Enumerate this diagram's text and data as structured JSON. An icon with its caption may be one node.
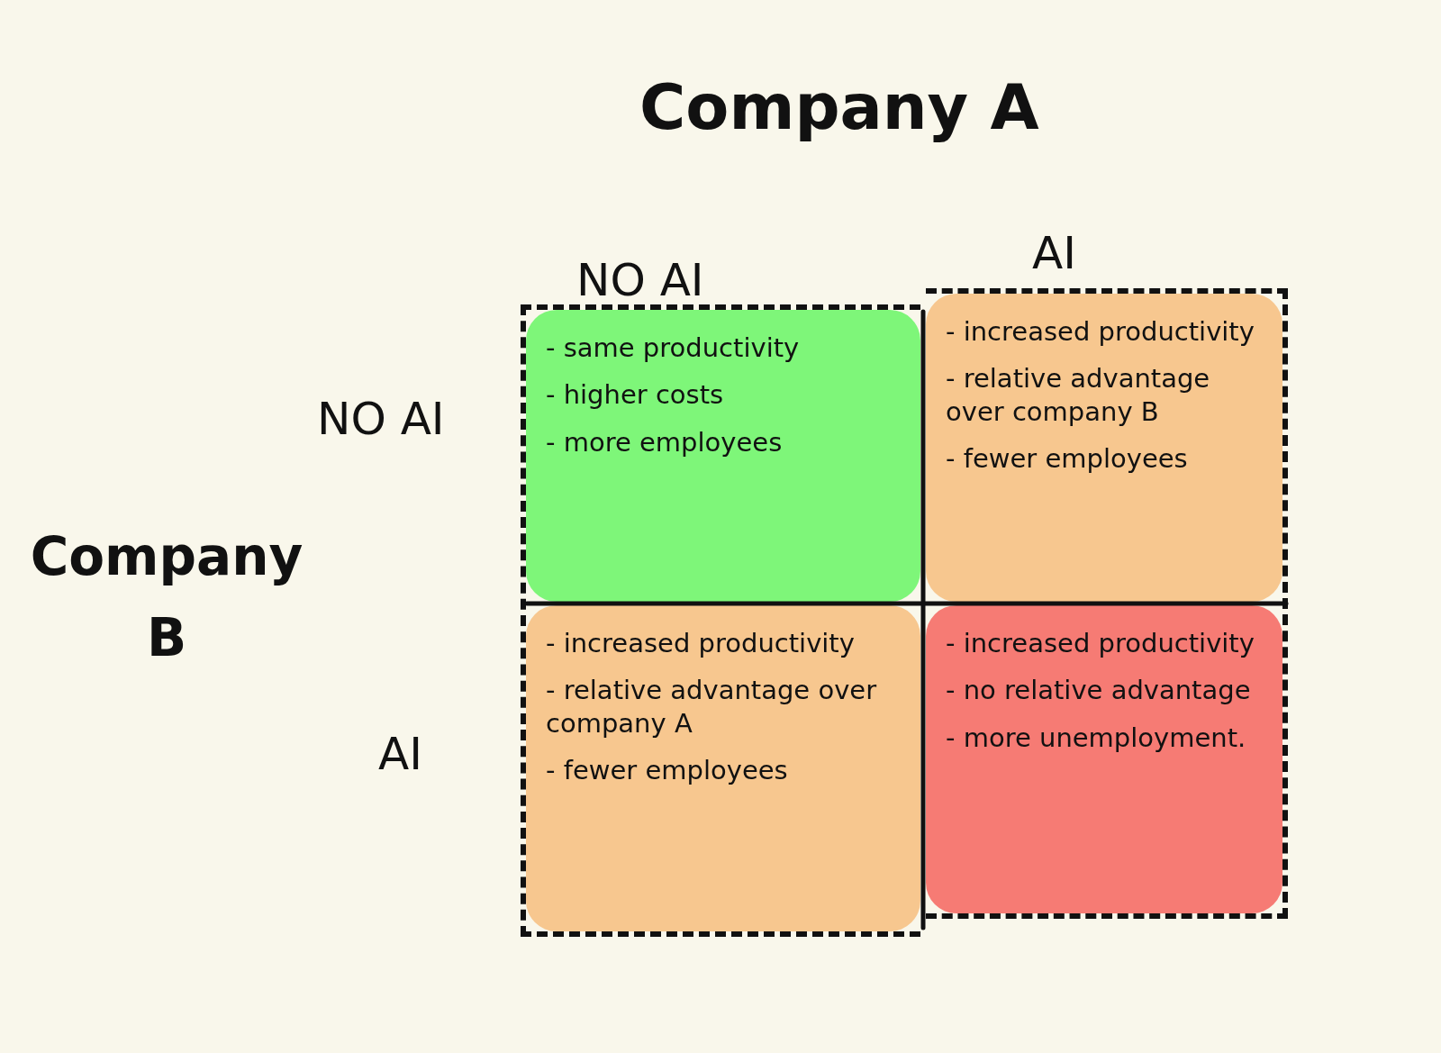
{
  "diagram": {
    "title": "Company A",
    "nodes": [
      {
        "text": [],
        "shape": "box"
      },
      {
        "text": [],
        "shape": "box"
      },
      {
        "text": [
          "- same productivity",
          "- higher costs",
          "- more employees"
        ],
        "in": 0
      },
      {
        "text": [
          "- increased productivity",
          "- relative advantage over company B",
          "- fewer employees"
        ],
        "in": 1
      },
      {
        "text": [
          "- increased productivity",
          "- relative advantage over company A",
          "- fewer employees"
        ],
        "in": 0
      },
      {
        "text": [
          "- increased productivity",
          "- no relative advantage",
          "- more unemployment."
        ],
        "in": 1
      }
    ],
    "labels": [
      "NO AI",
      "AI",
      "NO AI",
      "Company B",
      "AI"
    ]
  }
}
